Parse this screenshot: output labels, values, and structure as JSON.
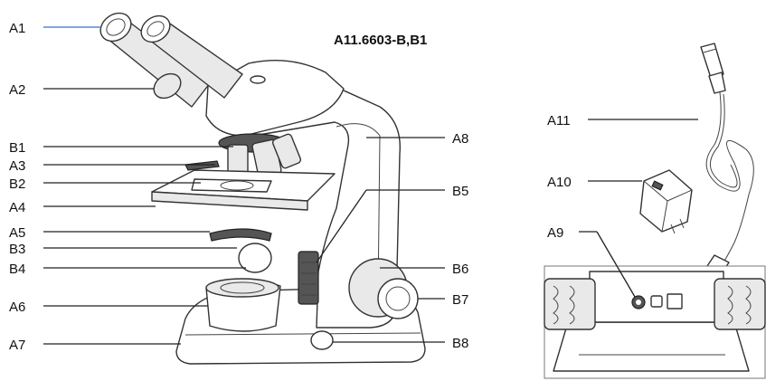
{
  "title": "A11.6603-B,B1",
  "labels": {
    "A1": "A1",
    "A2": "A2",
    "B1": "B1",
    "A3": "A3",
    "B2": "B2",
    "A4": "A4",
    "A5": "A5",
    "B3": "B3",
    "B4": "B4",
    "A6": "A6",
    "A7": "A7",
    "A8": "A8",
    "B5": "B5",
    "B6": "B6",
    "B7": "B7",
    "B8": "B8",
    "A11": "A11",
    "A10": "A10",
    "A9": "A9"
  }
}
